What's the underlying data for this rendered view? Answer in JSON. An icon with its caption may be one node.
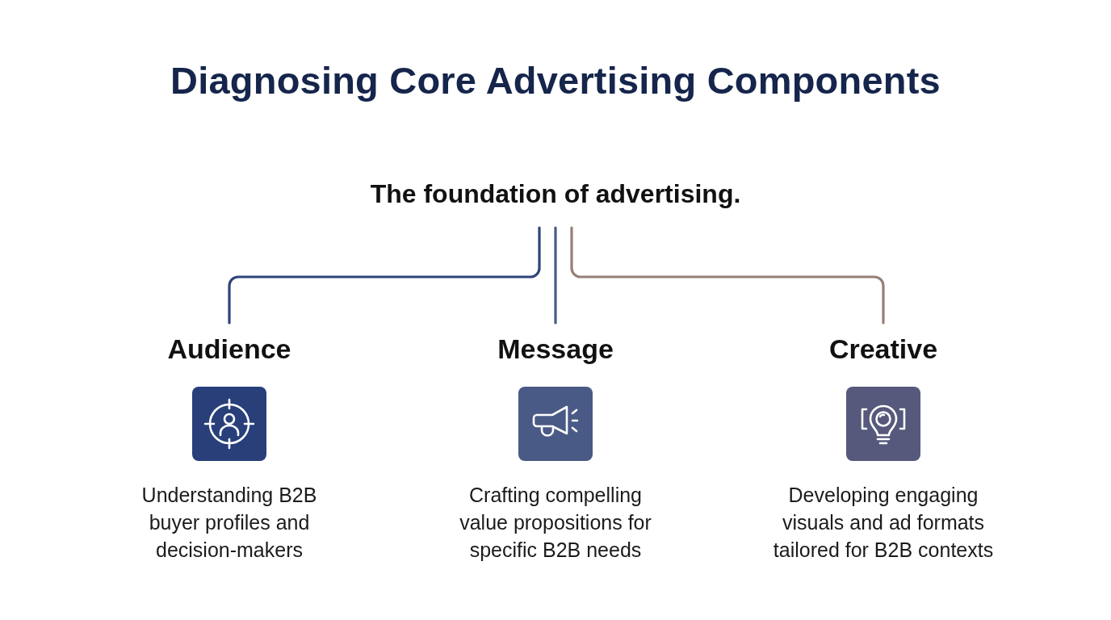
{
  "diagram": {
    "title": "Diagnosing Core Advertising Components",
    "nodes": [
      {
        "text": [
          "The foundation of advertising."
        ]
      },
      {
        "text": [
          "Audience",
          "Understanding B2B buyer profiles and decision-makers"
        ]
      },
      {
        "text": [
          "Message",
          "Crafting compelling value propositions for specific B2B needs"
        ]
      },
      {
        "text": [
          "Creative",
          "Developing engaging visuals and ad formats tailored for B2B contexts"
        ]
      }
    ],
    "edges": [
      {
        "from": 0,
        "to": 1,
        "arrow": "none",
        "color": "#2e4479"
      },
      {
        "from": 0,
        "to": 2,
        "arrow": "none",
        "color": "#4a5a86"
      },
      {
        "from": 0,
        "to": 3,
        "arrow": "none",
        "color": "#967f78"
      }
    ]
  }
}
